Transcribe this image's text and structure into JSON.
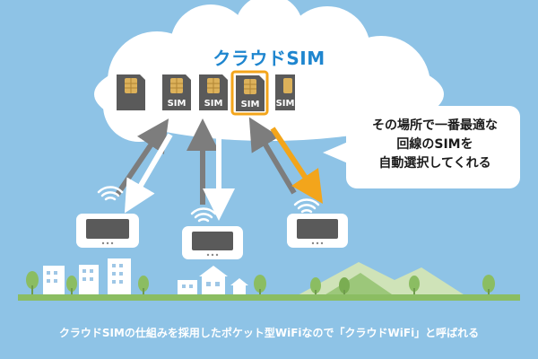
{
  "cloud": {
    "title": "クラウドSIM",
    "sim_label": "SIM"
  },
  "bubble": {
    "lines": [
      "その場所で一番最適な",
      "回線のSIMを",
      "自動選択してくれる"
    ]
  },
  "caption": "クラウドSIMの仕組みを採用したポケット型WiFiなので「クラウドWiFi」と呼ばれる",
  "colors": {
    "sky": "#8ec3e6",
    "cloud": "#ffffff",
    "highlight": "#f3a51b",
    "arrow_up": "#7d7d7d",
    "arrow_down": "#ffffff",
    "ground": "#8bbd62",
    "device": "#5a5a5a"
  }
}
